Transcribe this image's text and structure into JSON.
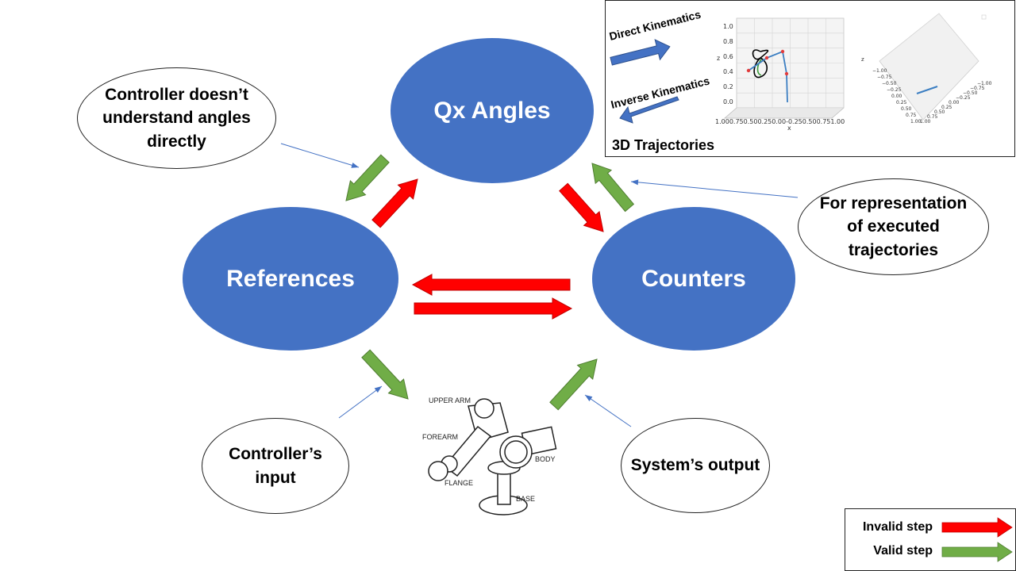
{
  "colors": {
    "node_fill": "#4472C4",
    "invalid_arrow": "#FF0000",
    "valid_arrow": "#70AD47",
    "callout_line": "#4472C4"
  },
  "nodes": {
    "qx_angles": "Qx Angles",
    "references": "References",
    "counters": "Counters"
  },
  "notes": {
    "controller_angles": [
      "Controller doesn’t",
      "understand angles",
      "directly"
    ],
    "representation": [
      "For representation",
      "of executed",
      "trajectories"
    ],
    "controller_input": [
      "Controller’s",
      "input"
    ],
    "system_output": "System’s output"
  },
  "inset": {
    "direct_kinematics": "Direct Kinematics",
    "inverse_kinematics": "Inverse Kinematics",
    "caption": "3D Trajectories",
    "plot_left": {
      "z_label": "z",
      "x_label": "x",
      "z_ticks": [
        "1.0",
        "0.8",
        "0.6",
        "0.4",
        "0.2",
        "0.0"
      ],
      "x_ticks": "1.000.750.500.250.00-0.250.500.751.00"
    },
    "plot_right": {
      "z_label": "z",
      "ticks_a": [
        "−1.00",
        "−0.75",
        "−0.50",
        "−0.25",
        "0.00",
        "0.25",
        "0.50",
        "0.75",
        "1.00"
      ],
      "ticks_b": [
        "−1.00",
        "−0.75",
        "−0.50",
        "−0.25",
        "0.00",
        "0.25",
        "0.50",
        "0.75",
        "1.00"
      ]
    }
  },
  "robot": {
    "upper_arm": "UPPER ARM",
    "forearm": "FOREARM",
    "flange": "FLANGE",
    "body": "BODY",
    "base": "BASE"
  },
  "legend": {
    "invalid": "Invalid step",
    "valid": "Valid step"
  }
}
